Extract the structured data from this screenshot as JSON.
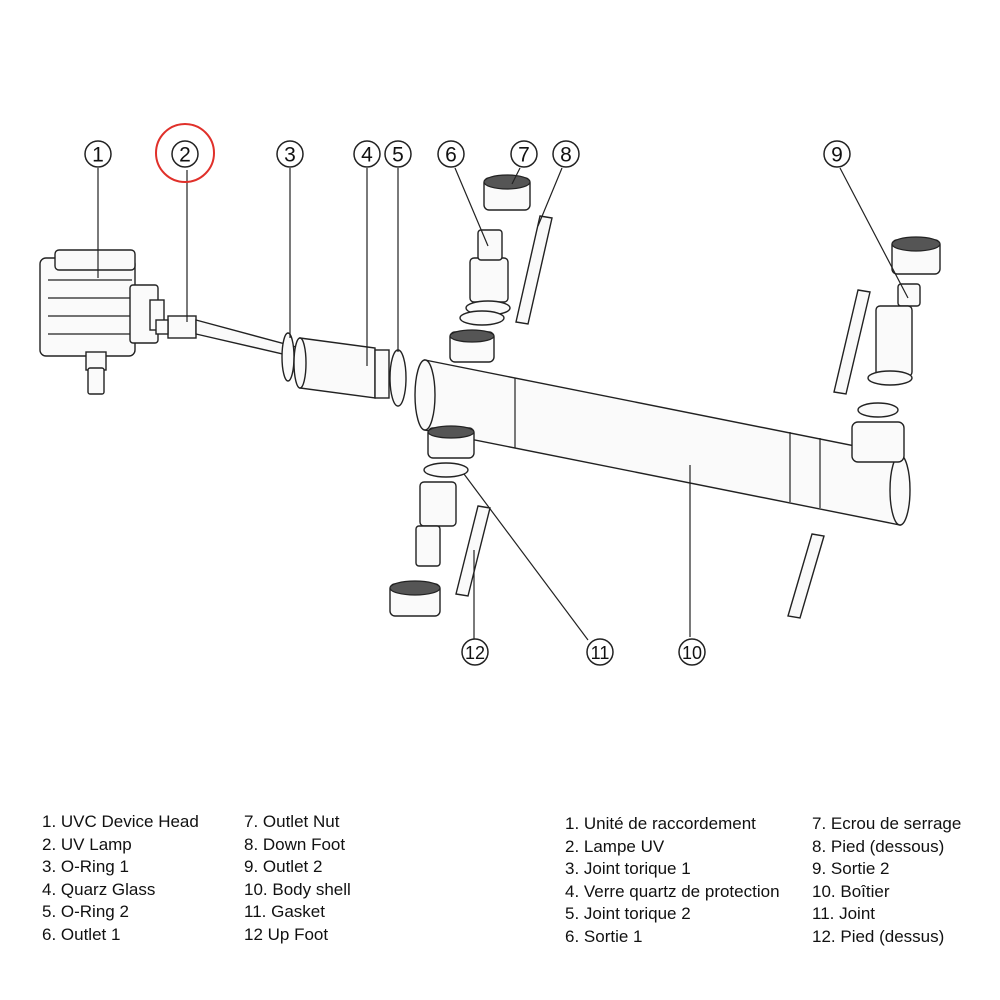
{
  "callouts": [
    {
      "number": "1"
    },
    {
      "number": "2",
      "highlighted": true
    },
    {
      "number": "3"
    },
    {
      "number": "4"
    },
    {
      "number": "5"
    },
    {
      "number": "6"
    },
    {
      "number": "7"
    },
    {
      "number": "8"
    },
    {
      "number": "9"
    },
    {
      "number": "10"
    },
    {
      "number": "11"
    },
    {
      "number": "12"
    }
  ],
  "highlight_color": "#e0302a",
  "legend_en": {
    "col1": [
      "1. UVC Device Head",
      "2. UV Lamp",
      "3. O-Ring 1",
      "4. Quarz Glass",
      "5. O-Ring 2",
      "6. Outlet 1"
    ],
    "col2": [
      "7. Outlet Nut",
      "8. Down Foot",
      "9. Outlet 2",
      "10. Body shell",
      "11. Gasket",
      "12 Up Foot"
    ]
  },
  "legend_fr": {
    "col1": [
      "1. Unité de raccordement",
      "2. Lampe UV",
      "3. Joint torique 1",
      "4. Verre quartz de protection",
      "5. Joint torique 2",
      "6. Sortie 1"
    ],
    "col2": [
      "7. Ecrou de serrage",
      "8. Pied (dessous)",
      "9. Sortie 2",
      "10. Boîtier",
      "11. Joint",
      "12. Pied (dessus)"
    ]
  }
}
